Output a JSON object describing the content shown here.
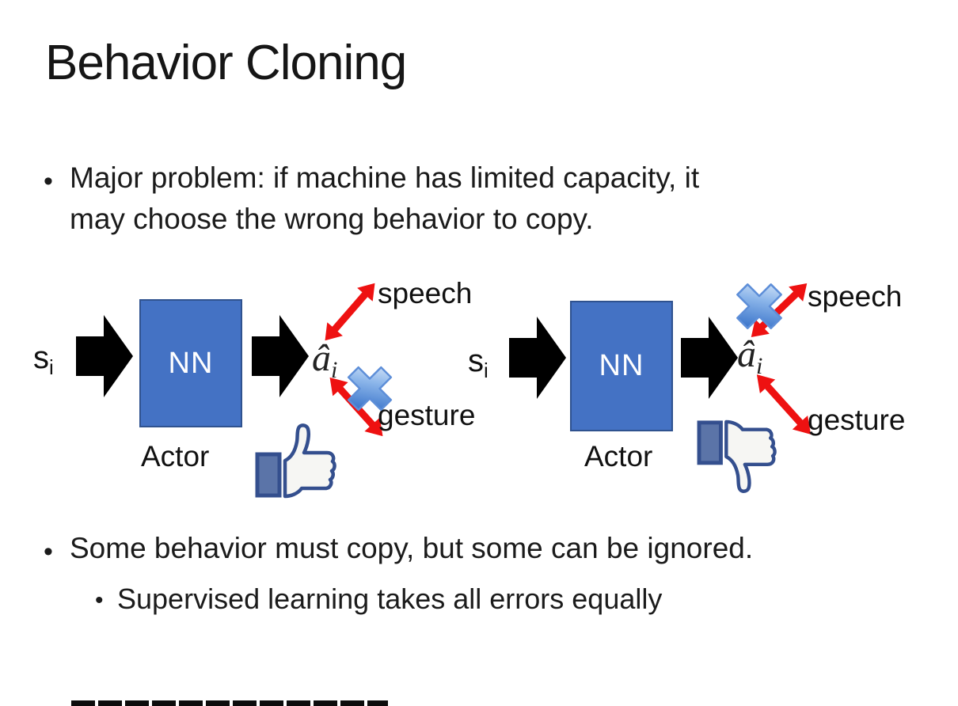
{
  "slide": {
    "title": "Behavior Cloning",
    "bullet_char": "•",
    "bullets": {
      "major_problem": {
        "line1": "Major problem: if machine has limited capacity, it",
        "line2": "may choose the wrong behavior to copy."
      },
      "some_behavior": "Some behavior must copy, but some can be ignored.",
      "supervised": "Supervised learning takes all errors equally"
    }
  },
  "diagram": {
    "input_label": "s",
    "input_subscript": "i",
    "nn_label": "NN",
    "actor_label": "Actor",
    "output_label": "â",
    "output_subscript": "i",
    "speech_label": "speech",
    "gesture_label": "gesture",
    "left": {
      "crossed_out": "gesture",
      "feedback_icon": "thumbs-up"
    },
    "right": {
      "crossed_out": "speech",
      "feedback_icon": "thumbs-down"
    }
  },
  "colors": {
    "nn_box_fill": "#4472C4",
    "nn_box_border": "#2F528F",
    "block_arrow": "#000000",
    "double_arrow_red": "#EE1111",
    "cross_blue": "#3570C8",
    "thumb_outline": "#344F8E",
    "thumb_sleeve": "#5B74A8",
    "text": "#161616"
  }
}
